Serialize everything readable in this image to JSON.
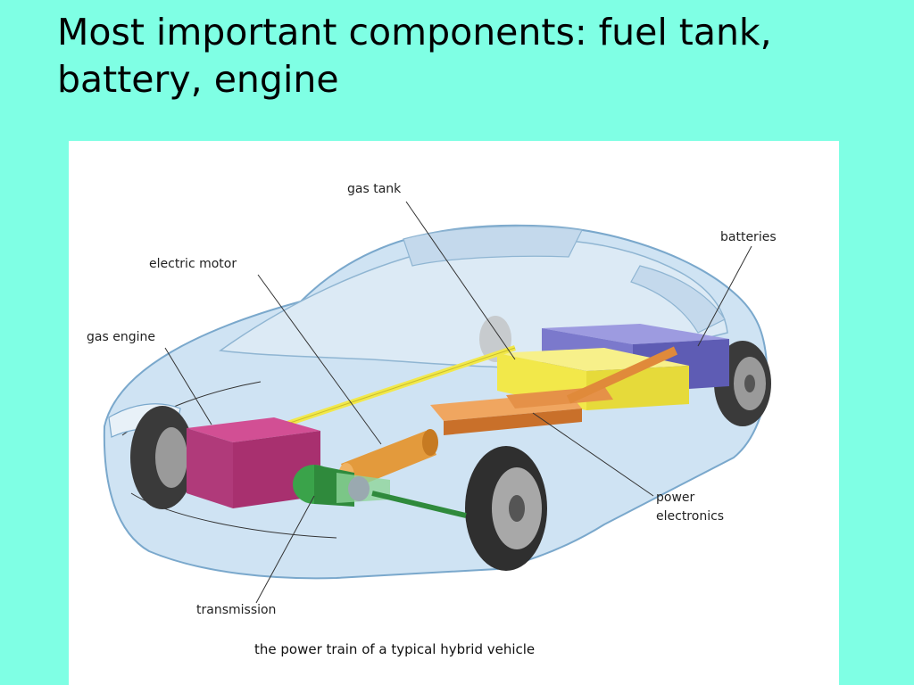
{
  "slide": {
    "title": "Most important components: fuel tank, battery, engine"
  },
  "figure": {
    "labels": {
      "gas_tank": "gas tank",
      "batteries": "batteries",
      "electric_motor": "electric motor",
      "gas_engine": "gas engine",
      "power": "power",
      "electronics": "electronics",
      "transmission": "transmission"
    },
    "caption": "the power train of a typical hybrid vehicle"
  },
  "colors": {
    "background": "#7fffe4",
    "car_body": "#cfe3f3",
    "gas_engine": "#b03a7a",
    "electric_motor": "#e39a3c",
    "gas_tank": "#f2e84a",
    "batteries": "#6e6cc4",
    "transmission": "#3aa34a",
    "power_electronics": "#e08a3a"
  }
}
